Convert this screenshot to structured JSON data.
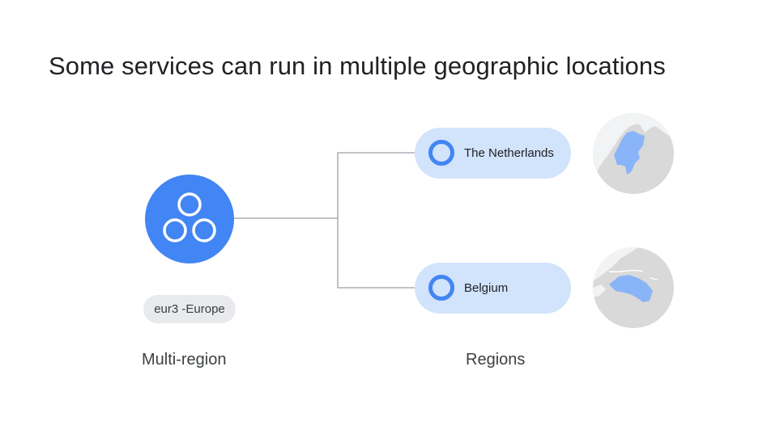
{
  "title": "Some services can run in multiple geographic locations",
  "multi_region": {
    "chip_label": "eur3 -Europe",
    "caption": "Multi-region",
    "icon": "three-circles-icon"
  },
  "regions": {
    "caption": "Regions",
    "items": [
      {
        "name": "The Netherlands",
        "icon": "region-ring-icon",
        "map": "netherlands-map"
      },
      {
        "name": "Belgium",
        "icon": "region-ring-icon",
        "map": "belgium-map"
      }
    ]
  },
  "colors": {
    "accent_blue": "#4285f4",
    "pill_blue": "#d2e3fc",
    "chip_gray": "#e8eaed",
    "map_gray": "#d9d9d9",
    "text_dark": "#202124"
  }
}
